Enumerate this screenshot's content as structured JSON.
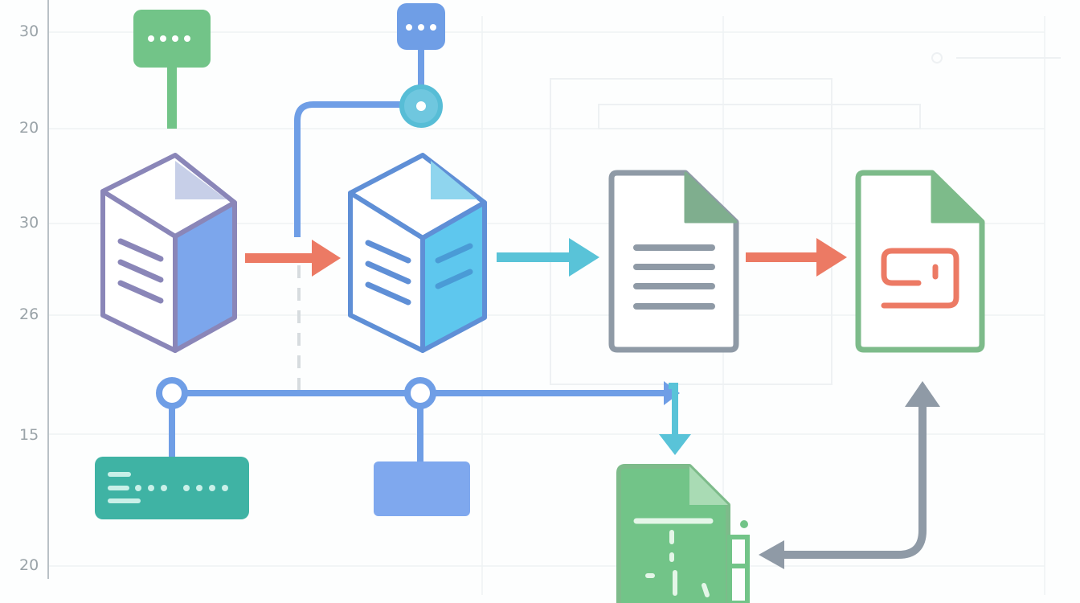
{
  "axis": {
    "ticks": [
      "30",
      "20",
      "30",
      "26",
      "15",
      "20"
    ]
  },
  "colors": {
    "purple_outline": "#8a86b8",
    "blue_outline": "#5f8fd6",
    "gray_outline": "#8f9aa6",
    "green_outline": "#7dbb8a",
    "arrow_red": "#ec7a64",
    "arrow_cyan": "#59c3d8",
    "connector_blue": "#6f9ee6",
    "green_fill": "#72c488",
    "teal_fill": "#3fb3a4",
    "blue_fill": "#7fa8ee"
  },
  "nodes": [
    {
      "id": "top-left-tag",
      "icon": "message-tag-icon"
    },
    {
      "id": "top-mid-tag",
      "icon": "message-tag-icon"
    },
    {
      "id": "server-1",
      "icon": "server-box-icon"
    },
    {
      "id": "server-2",
      "icon": "server-box-icon"
    },
    {
      "id": "document-1",
      "icon": "document-icon"
    },
    {
      "id": "document-2",
      "icon": "code-document-icon"
    },
    {
      "id": "terminal-block",
      "icon": "terminal-icon"
    },
    {
      "id": "blue-block",
      "icon": "square-block-icon"
    },
    {
      "id": "spreadsheet-doc",
      "icon": "spreadsheet-document-icon"
    }
  ]
}
